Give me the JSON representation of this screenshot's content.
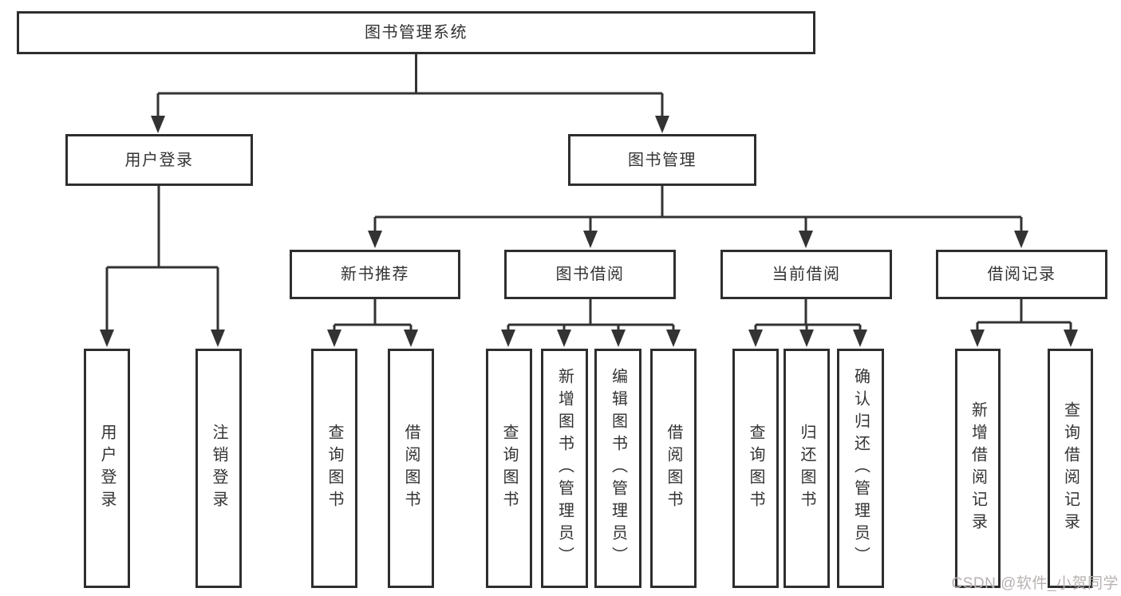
{
  "diagram_title": "图书管理系统",
  "colors": {
    "line": "#333333",
    "box_border": "#2e2e2e",
    "text": "#333333",
    "background": "#ffffff",
    "watermark": "#b9b1b1"
  },
  "nodes": {
    "root": {
      "label": "图书管理系统"
    },
    "user_login": {
      "label": "用户登录"
    },
    "book_management": {
      "label": "图书管理"
    },
    "new_book_recommend": {
      "label": "新书推荐"
    },
    "book_borrow": {
      "label": "图书借阅"
    },
    "current_borrow": {
      "label": "当前借阅"
    },
    "borrow_records": {
      "label": "借阅记录"
    },
    "leaf_user_login": {
      "label": "用户登录"
    },
    "leaf_logout": {
      "label": "注销登录"
    },
    "leaf_query_books_1": {
      "label": "查询图书"
    },
    "leaf_borrow_books_1": {
      "label": "借阅图书"
    },
    "leaf_query_books_2": {
      "label": "查询图书"
    },
    "leaf_add_books_admin": {
      "label": "新增图书（管理员）"
    },
    "leaf_edit_books_admin": {
      "label": "编辑图书（管理员）"
    },
    "leaf_borrow_books_2": {
      "label": "借阅图书"
    },
    "leaf_query_books_3": {
      "label": "查询图书"
    },
    "leaf_return_books": {
      "label": "归还图书"
    },
    "leaf_confirm_return_admin": {
      "label": "确认归还（管理员）"
    },
    "leaf_add_borrow_record": {
      "label": "新增借阅记录"
    },
    "leaf_query_borrow_record": {
      "label": "查询借阅记录"
    }
  },
  "watermark": {
    "text": "CSDN @软件_小贺同学"
  }
}
